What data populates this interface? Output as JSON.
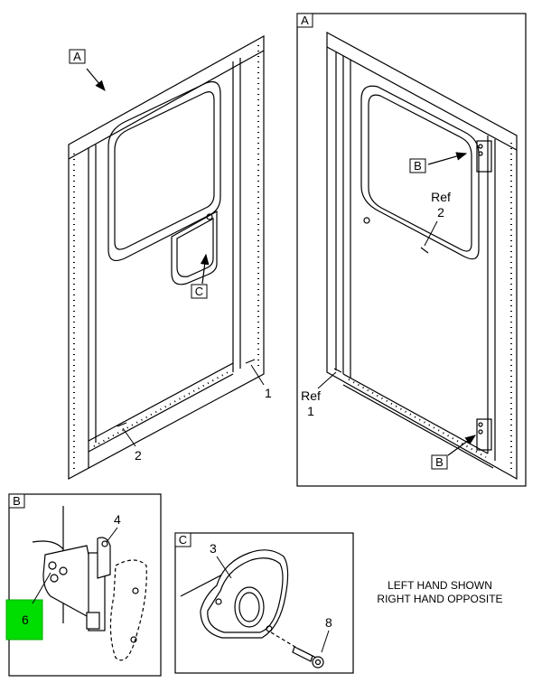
{
  "view_main": {
    "view_label": "A",
    "callouts": [
      "1",
      "2"
    ],
    "detail_c_label": "C"
  },
  "detail_a": {
    "frame_label": "A",
    "ref_top": {
      "ref": "Ref",
      "number": "2"
    },
    "ref_bottom": {
      "ref": "Ref",
      "number": "1"
    },
    "hinge_labels": [
      "B",
      "B"
    ]
  },
  "detail_b": {
    "frame_label": "B",
    "callouts": [
      "4",
      "6"
    ],
    "highlight_color": "#00dd00"
  },
  "detail_c": {
    "frame_label": "C",
    "callouts": [
      "3",
      "8"
    ]
  },
  "note": {
    "line1": "LEFT HAND SHOWN",
    "line2": "RIGHT HAND OPPOSITE"
  }
}
